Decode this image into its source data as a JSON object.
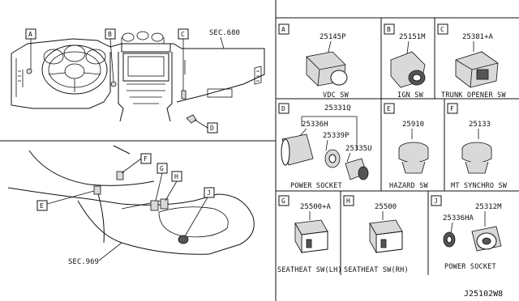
{
  "diagram": {
    "left_panel": {
      "sec_upper": "SEC.680",
      "sec_lower": "SEC.969",
      "callouts": {
        "a": "A",
        "b": "B",
        "c": "C",
        "d": "D",
        "e": "E",
        "f": "F",
        "g": "G",
        "h": "H",
        "j": "J"
      }
    },
    "cells": {
      "a": {
        "letter": "A",
        "part_numbers": [
          "25145P"
        ],
        "caption": "VDC SW"
      },
      "b": {
        "letter": "B",
        "part_numbers": [
          "25151M"
        ],
        "caption": "IGN SW"
      },
      "c": {
        "letter": "C",
        "part_numbers": [
          "25381+A"
        ],
        "caption": "TRUNK OPENER SW"
      },
      "d": {
        "letter": "D",
        "part_numbers": [
          "25331Q",
          "25336H",
          "25339P",
          "25335U"
        ],
        "caption": "POWER SOCKET"
      },
      "e": {
        "letter": "E",
        "part_numbers": [
          "25910"
        ],
        "caption": "HAZARD SW"
      },
      "f": {
        "letter": "F",
        "part_numbers": [
          "25133"
        ],
        "caption": "MT SYNCHRO SW"
      },
      "g": {
        "letter": "G",
        "part_numbers": [
          "25500+A"
        ],
        "caption": "SEATHEAT SW(LH)"
      },
      "h": {
        "letter": "H",
        "part_numbers": [
          "25500"
        ],
        "caption": "SEATHEAT SW(RH)"
      },
      "j": {
        "letter": "J",
        "part_numbers": [
          "25336HA",
          "25312M"
        ],
        "caption": "POWER SOCKET"
      }
    },
    "drawing_code": "J25102W8"
  }
}
